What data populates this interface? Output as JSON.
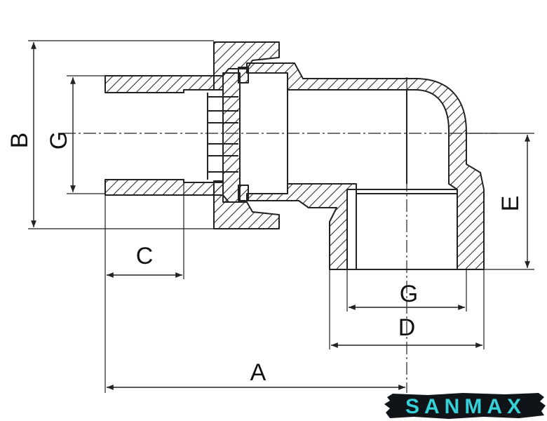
{
  "diagram": {
    "labels": {
      "A": "A",
      "B": "B",
      "C": "C",
      "D": "D",
      "E": "E",
      "G_left": "G",
      "G_bottom": "G"
    }
  },
  "logo": {
    "text": "SANMAX",
    "color": "#35d0d8",
    "background": "#101418"
  }
}
